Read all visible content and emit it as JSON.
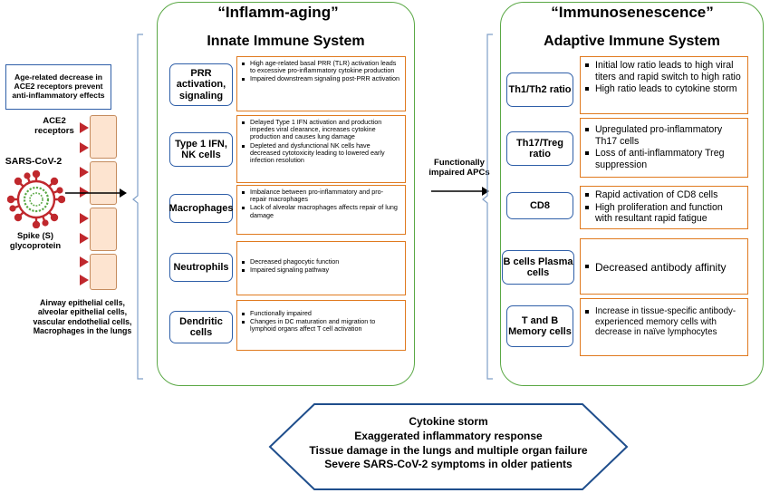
{
  "left": {
    "ace2_note": "Age-related decrease in ACE2 receptors prevent anti-inflammatory effects",
    "ace2_label": "ACE2 receptors",
    "virus_label": "SARS-CoV-2",
    "spike_label": "Spike (S) glycoprotein",
    "cells_label": "Airway epithelial cells, alveolar epithelial cells, vascular endothelial cells, Macrophages in the lungs"
  },
  "innate": {
    "heading": "“Inflamm-aging”",
    "title": "Innate Immune System",
    "rows": [
      {
        "label": "PRR activation, signaling",
        "items": [
          "High age-related basal PRR (TLR) activation leads to excessive pro-inflammatory cytokine production",
          "Impaired downstream signaling post-PRR activation"
        ]
      },
      {
        "label": "Type 1 IFN, NK cells",
        "items": [
          "Delayed Type 1 IFN activation and production impedes viral clearance, increases cytokine production and causes lung damage",
          "Depleted and dysfunctional NK cells have decreased cytotoxicity leading to lowered early infection resolution"
        ]
      },
      {
        "label": "Macrophages",
        "items": [
          "Imbalance between pro-inflammatory and pro-repair macrophages",
          "Lack of alveolar macrophages affects repair of lung damage"
        ]
      },
      {
        "label": "Neutrophils",
        "items": [
          "Decreased phagocytic function",
          "Impaired signaling pathway"
        ]
      },
      {
        "label": "Dendritic cells",
        "items": [
          "Functionally impaired",
          "Changes in DC maturation and migration to lymphoid organs affect T cell activation"
        ]
      }
    ]
  },
  "middle": {
    "arrow_label": "Functionally impaired APCs"
  },
  "adaptive": {
    "heading": "“Immunosenescence”",
    "title": "Adaptive Immune System",
    "rows": [
      {
        "label": "Th1/Th2 ratio",
        "items": [
          "Initial low ratio leads to high viral titers and rapid switch to high ratio",
          "High ratio leads to cytokine storm"
        ]
      },
      {
        "label": "Th17/Treg ratio",
        "items": [
          "Upregulated pro-inflammatory Th17 cells",
          "Loss of anti-inflammatory Treg suppression"
        ]
      },
      {
        "label": "CD8",
        "items": [
          "Rapid activation of CD8 cells",
          "High proliferation and function with resultant rapid fatigue"
        ]
      },
      {
        "label": "B cells Plasma cells",
        "items": [
          "Decreased antibody affinity"
        ]
      },
      {
        "label": "T and B Memory cells",
        "items": [
          "Increase in tissue-specific antibody-experienced memory cells with decrease in naïve lymphocytes"
        ]
      }
    ]
  },
  "outcome": {
    "lines": [
      "Cytokine storm",
      "Exaggerated inflammatory response",
      "Tissue damage in the lungs and multiple organ failure",
      "Severe SARS-CoV-2 symptoms in older patients"
    ]
  },
  "colors": {
    "panel_border": "#5aa845",
    "label_border": "#2f5fa8",
    "desc_border": "#e07a1f",
    "outcome_border": "#1f4e8c",
    "receptor": "#c0282d",
    "virus": "#c0282d",
    "cell_fill": "#fde4d0"
  }
}
